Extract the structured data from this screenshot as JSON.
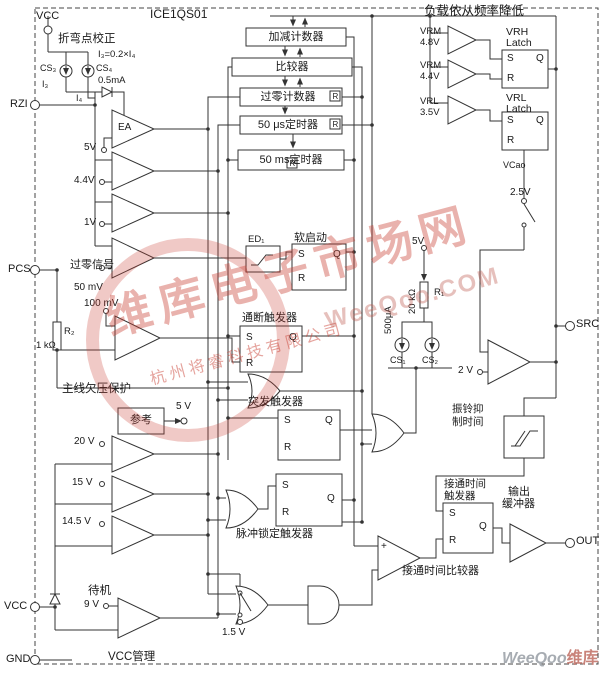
{
  "colors": {
    "wire": "#333333",
    "watermark_red": "#c84032",
    "background": "#ffffff"
  },
  "header": {
    "title": "ICE1QS01",
    "top_note": "负载依从频率降低"
  },
  "pins": {
    "vcc_top": "VCC",
    "rzi": "RZI",
    "pcs": "PCS",
    "vcc_bottom": "VCC",
    "gnd": "GND",
    "src": "SRC",
    "out": "OUT"
  },
  "top_blocks": {
    "updown_counter": "加减计数器",
    "comparator": "比较器",
    "zero_counter": "过零计数器",
    "timer_50us": "50 μs定时器",
    "timer_50ms": "50 ms定时器"
  },
  "right_top": {
    "vrm1_name": "VRM",
    "vrm1_v": "4.8V",
    "vrm2_name": "VRM",
    "vrm2_v": "4.4V",
    "vrl_name": "VRL",
    "vrl_v": "3.5V",
    "vrh_l1": "VRH",
    "vrh_l2": "Latch",
    "vrl_l1": "VRL",
    "vrl_l2": "Latch",
    "vcao": "VCao"
  },
  "left": {
    "knee": "折弯点校正",
    "cs3": "CS₃",
    "cs4": "CS₄",
    "i3_formula": "I₃=0.2×I₄",
    "i_05ma": "0.5mA",
    "i3": "I₃",
    "i4": "I₄",
    "ea": "EA",
    "v5": "5V",
    "v44": "4.4V",
    "v1": "1V",
    "zero_signal": "过零信号",
    "mv50": "50 mV",
    "mv100": "100 mV",
    "r2": "R₂",
    "r2_val": "1 kΩ",
    "mains_uv": "主线欠压保护",
    "reference": "参考",
    "v5_ref": "5 V",
    "v20": "20 V",
    "v15": "15 V",
    "v145": "14.5 V",
    "standby": "待机",
    "v9": "9 V",
    "vcc_mgmt": "VCC管理"
  },
  "middle": {
    "ed1": "ED₁",
    "soft_start": "软启动",
    "onoff_trigger": "通断触发器",
    "burst_trigger": "突发触发器",
    "pulse_lock_trigger": "脉冲锁定触发器",
    "ua500": "500μA",
    "r1": "R₁",
    "r1_val": "20 kΩ",
    "cs1": "CS₁",
    "cs2": "CS₂",
    "v5_mid": "5V",
    "v25": "2.5V",
    "v2": "2 V",
    "v15_sw": "1.5 V",
    "plus": "+",
    "ringing_l1": "振铃抑",
    "ringing_l2": "制时间",
    "ontime_trigger_l1": "接通时间",
    "ontime_trigger_l2": "触发器",
    "ontime_comparator": "接通时间比较器",
    "out_buffer_l1": "输出",
    "out_buffer_l2": "缓冲器"
  },
  "latch": {
    "s": "S",
    "r": "R",
    "q": "Q"
  },
  "watermark": {
    "brand": "维库电子市场网",
    "company": "杭州将睿科技有限公司",
    "url": "WeeQoo.COM",
    "footer_brand": "WeeQoo",
    "footer_suffix": "维库"
  }
}
